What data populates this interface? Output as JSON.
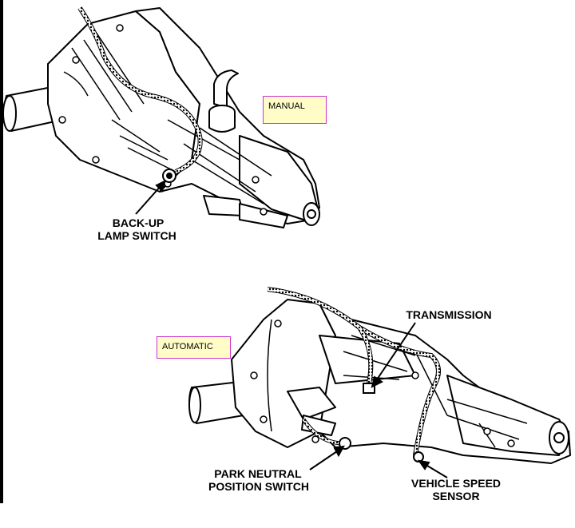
{
  "labels": {
    "manual": "MANUAL",
    "automatic": "AUTOMATIC",
    "backup_line1": "BACK-UP",
    "backup_line2": "LAMP SWITCH",
    "transmission": "TRANSMISSION",
    "pnp_line1": "PARK NEUTRAL",
    "pnp_line2": "POSITION SWITCH",
    "vss_line1": "VEHICLE SPEED",
    "vss_line2": "SENSOR"
  },
  "colors": {
    "tag_fill": "#fffcc8",
    "tag_border": "#cc33cc",
    "ink": "#000000"
  }
}
